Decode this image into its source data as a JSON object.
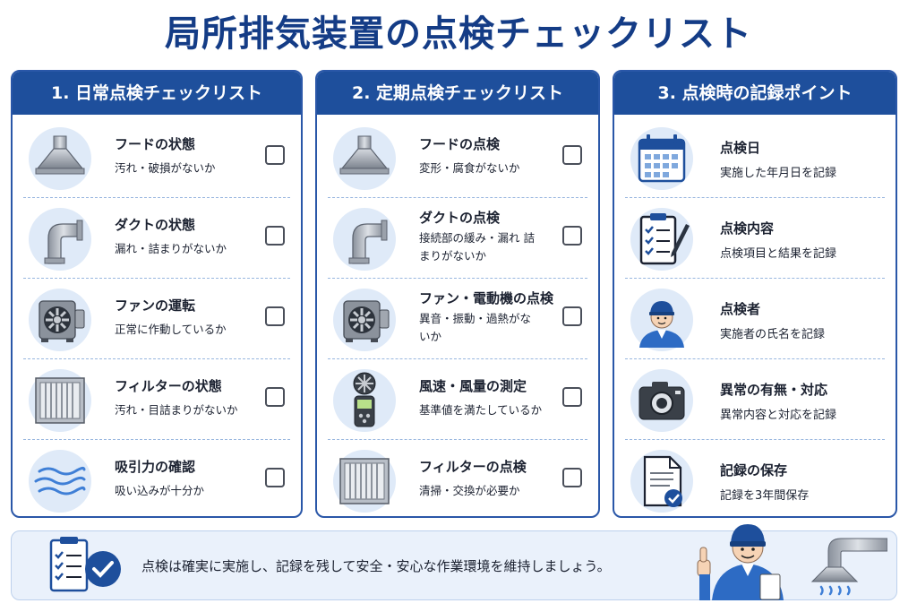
{
  "title": "局所排気装置の点検チェックリスト",
  "colors": {
    "accent": "#1e4f9c",
    "title": "#143c86",
    "icon_bg": "#dfeaf8"
  },
  "daily": {
    "heading": "1. 日常点検チェックリスト",
    "items": [
      {
        "title": "フードの状態",
        "desc": "汚れ・破損がないか",
        "icon": "hood-icon"
      },
      {
        "title": "ダクトの状態",
        "desc": "漏れ・詰まりがないか",
        "icon": "duct-icon"
      },
      {
        "title": "ファンの運転",
        "desc": "正常に作動しているか",
        "icon": "fan-icon"
      },
      {
        "title": "フィルターの状態",
        "desc": "汚れ・目詰まりがないか",
        "icon": "filter-icon"
      },
      {
        "title": "吸引力の確認",
        "desc": "吸い込みが十分か",
        "icon": "airflow-icon"
      }
    ]
  },
  "periodic": {
    "heading": "2. 定期点検チェックリスト",
    "items": [
      {
        "title": "フードの点検",
        "desc": "変形・腐食がないか",
        "icon": "hood-icon"
      },
      {
        "title": "ダクトの点検",
        "desc": "接続部の緩み・漏れ 詰まりがないか",
        "icon": "duct-icon"
      },
      {
        "title": "ファン・電動機の点検",
        "desc": "異音・振動・過熱がないか",
        "icon": "fan-icon"
      },
      {
        "title": "風速・風量の測定",
        "desc": "基準値を満たしているか",
        "icon": "anemometer-icon"
      },
      {
        "title": "フィルターの点検",
        "desc": "清掃・交換が必要か",
        "icon": "filter-icon"
      }
    ]
  },
  "records": {
    "heading": "3. 点検時の記録ポイント",
    "items": [
      {
        "title": "点検日",
        "desc": "実施した年月日を記録",
        "icon": "calendar-icon"
      },
      {
        "title": "点検内容",
        "desc": "点検項目と結果を記録",
        "icon": "clipboard-pen-icon"
      },
      {
        "title": "点検者",
        "desc": "実施者の氏名を記録",
        "icon": "worker-icon"
      },
      {
        "title": "異常の有無・対応",
        "desc": "異常内容と対応を記録",
        "icon": "camera-icon"
      },
      {
        "title": "記録の保存",
        "desc": "記録を3年間保存",
        "icon": "document-check-icon"
      }
    ]
  },
  "footer": {
    "message": "点検は確実に実施し、記録を残して安全・安心な作業環境を維持しましょう。"
  }
}
